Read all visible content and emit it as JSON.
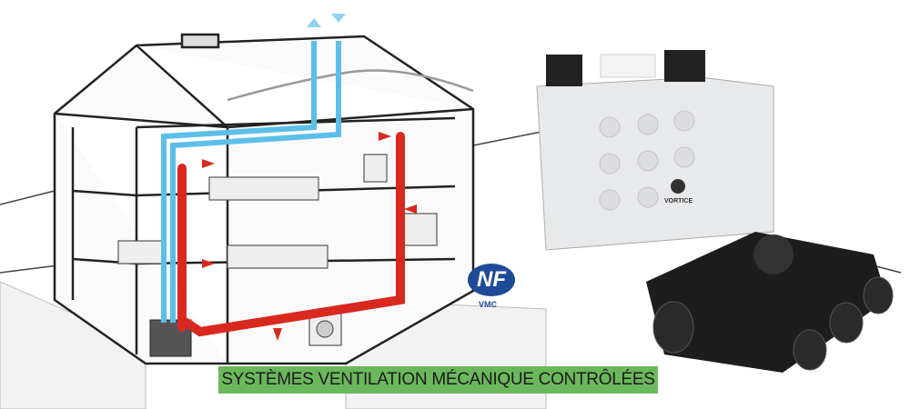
{
  "banner": {
    "text": "SYSTÈMES VENTILATION MÉCANIQUE CONTRÔLÉES",
    "color": "#6bb85c"
  },
  "certification": {
    "logo": "NF",
    "label": "VMC",
    "color": "#1f4a97"
  },
  "product": {
    "brand": "VORTICE"
  },
  "colors": {
    "extract_duct": "#d9281f",
    "fresh_duct": "#5bbfe8"
  }
}
